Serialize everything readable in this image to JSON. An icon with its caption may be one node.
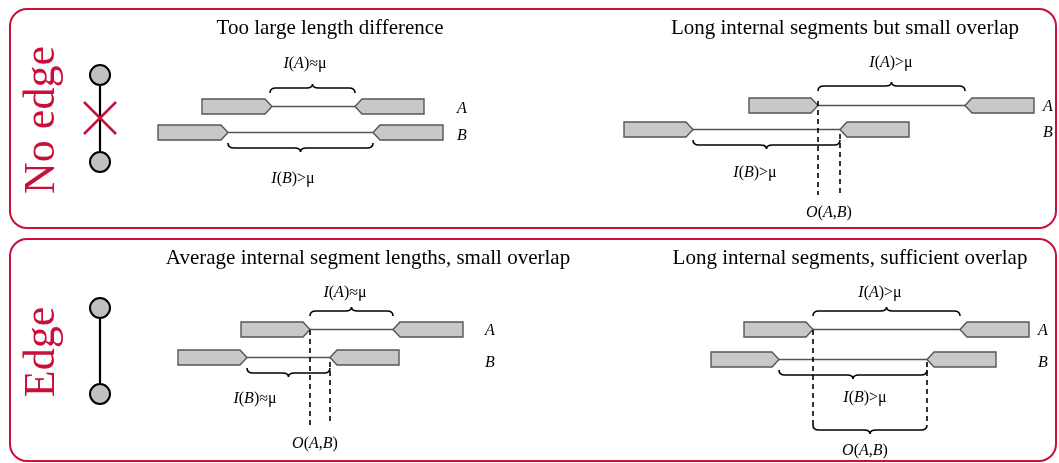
{
  "diagram": {
    "nodes": [
      {
        "text": [
          "No edge"
        ]
      },
      {
        "text": [],
        "shape": "circle",
        "in": 0
      },
      {
        "text": [],
        "shape": "circle",
        "in": 0
      },
      {
        "text": [
          "Edge"
        ]
      },
      {
        "text": [],
        "shape": "circle",
        "in": 3
      },
      {
        "text": [],
        "shape": "circle",
        "in": 3
      }
    ],
    "edges": [
      {
        "from": 1,
        "to": 2,
        "arrow": "none"
      },
      {
        "from": 4,
        "to": 5,
        "arrow": "none"
      }
    ],
    "labels": [
      "Too large length difference",
      "*I*(*A*)≈μ",
      "*A*",
      "*B*",
      "*I*(*B*)>μ",
      "Long internal segments but small overlap",
      "*I*(*A*)>μ",
      "*A*",
      "*B*",
      "*I*(*B*)>μ",
      "*O*(*A*,*B*)",
      "Average internal segment lengths, small overlap",
      "*I*(*A*)≈μ",
      "*A*",
      "*B*",
      "*I*(*B*)≈μ",
      "*O*(*A*,*B*)",
      "Long internal segments, sufficient overlap",
      "*I*(*A*)>μ",
      "*A*",
      "*B*",
      "*I*(*B*)>μ",
      "*O*(*A*,*B*)"
    ]
  }
}
